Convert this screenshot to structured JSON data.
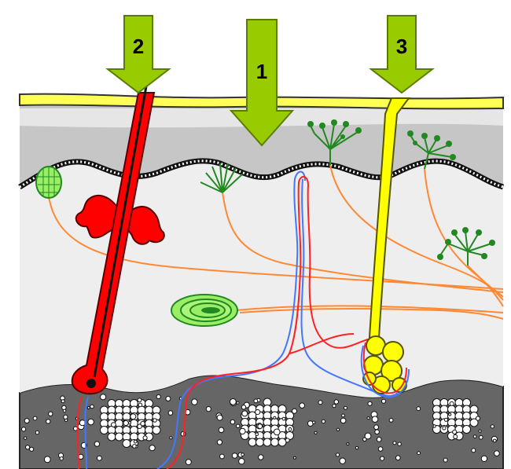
{
  "diagram": {
    "arrows": [
      {
        "id": "arrow-1",
        "label": "1"
      },
      {
        "id": "arrow-2",
        "label": "2"
      },
      {
        "id": "arrow-3",
        "label": "3"
      }
    ]
  },
  "colors": {
    "arrow_fill": "#99cc00",
    "arrow_stroke": "#5a7d00",
    "epidermis_surface": "#ffff55",
    "epidermis_layer": "#c6c6c6",
    "dermis": "#eeeeee",
    "hypodermis": "#666666",
    "hair": "#ff0000",
    "sweat_duct": "#ffff00",
    "nerve": "#ff8833",
    "artery": "#ff2222",
    "vein": "#4477ff",
    "receptor_green": "#228822",
    "corpuscle_light_green": "#99ee66"
  }
}
